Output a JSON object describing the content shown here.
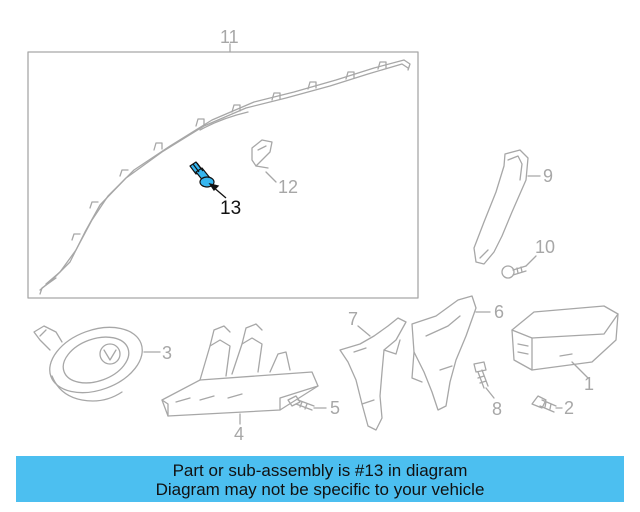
{
  "labels": {
    "p1": "1",
    "p2": "2",
    "p3": "3",
    "p4": "4",
    "p5": "5",
    "p6": "6",
    "p7": "7",
    "p8": "8",
    "p9": "9",
    "p10": "10",
    "p11": "11",
    "p12": "12",
    "p13": "13"
  },
  "caption": {
    "line1": "Part or sub-assembly is #13 in diagram",
    "line2": "Diagram may not be specific to your vehicle"
  },
  "colors": {
    "line": "#a7a7a7",
    "highlight_fill": "#36b6ef",
    "caption_bg": "#4cbff0"
  }
}
